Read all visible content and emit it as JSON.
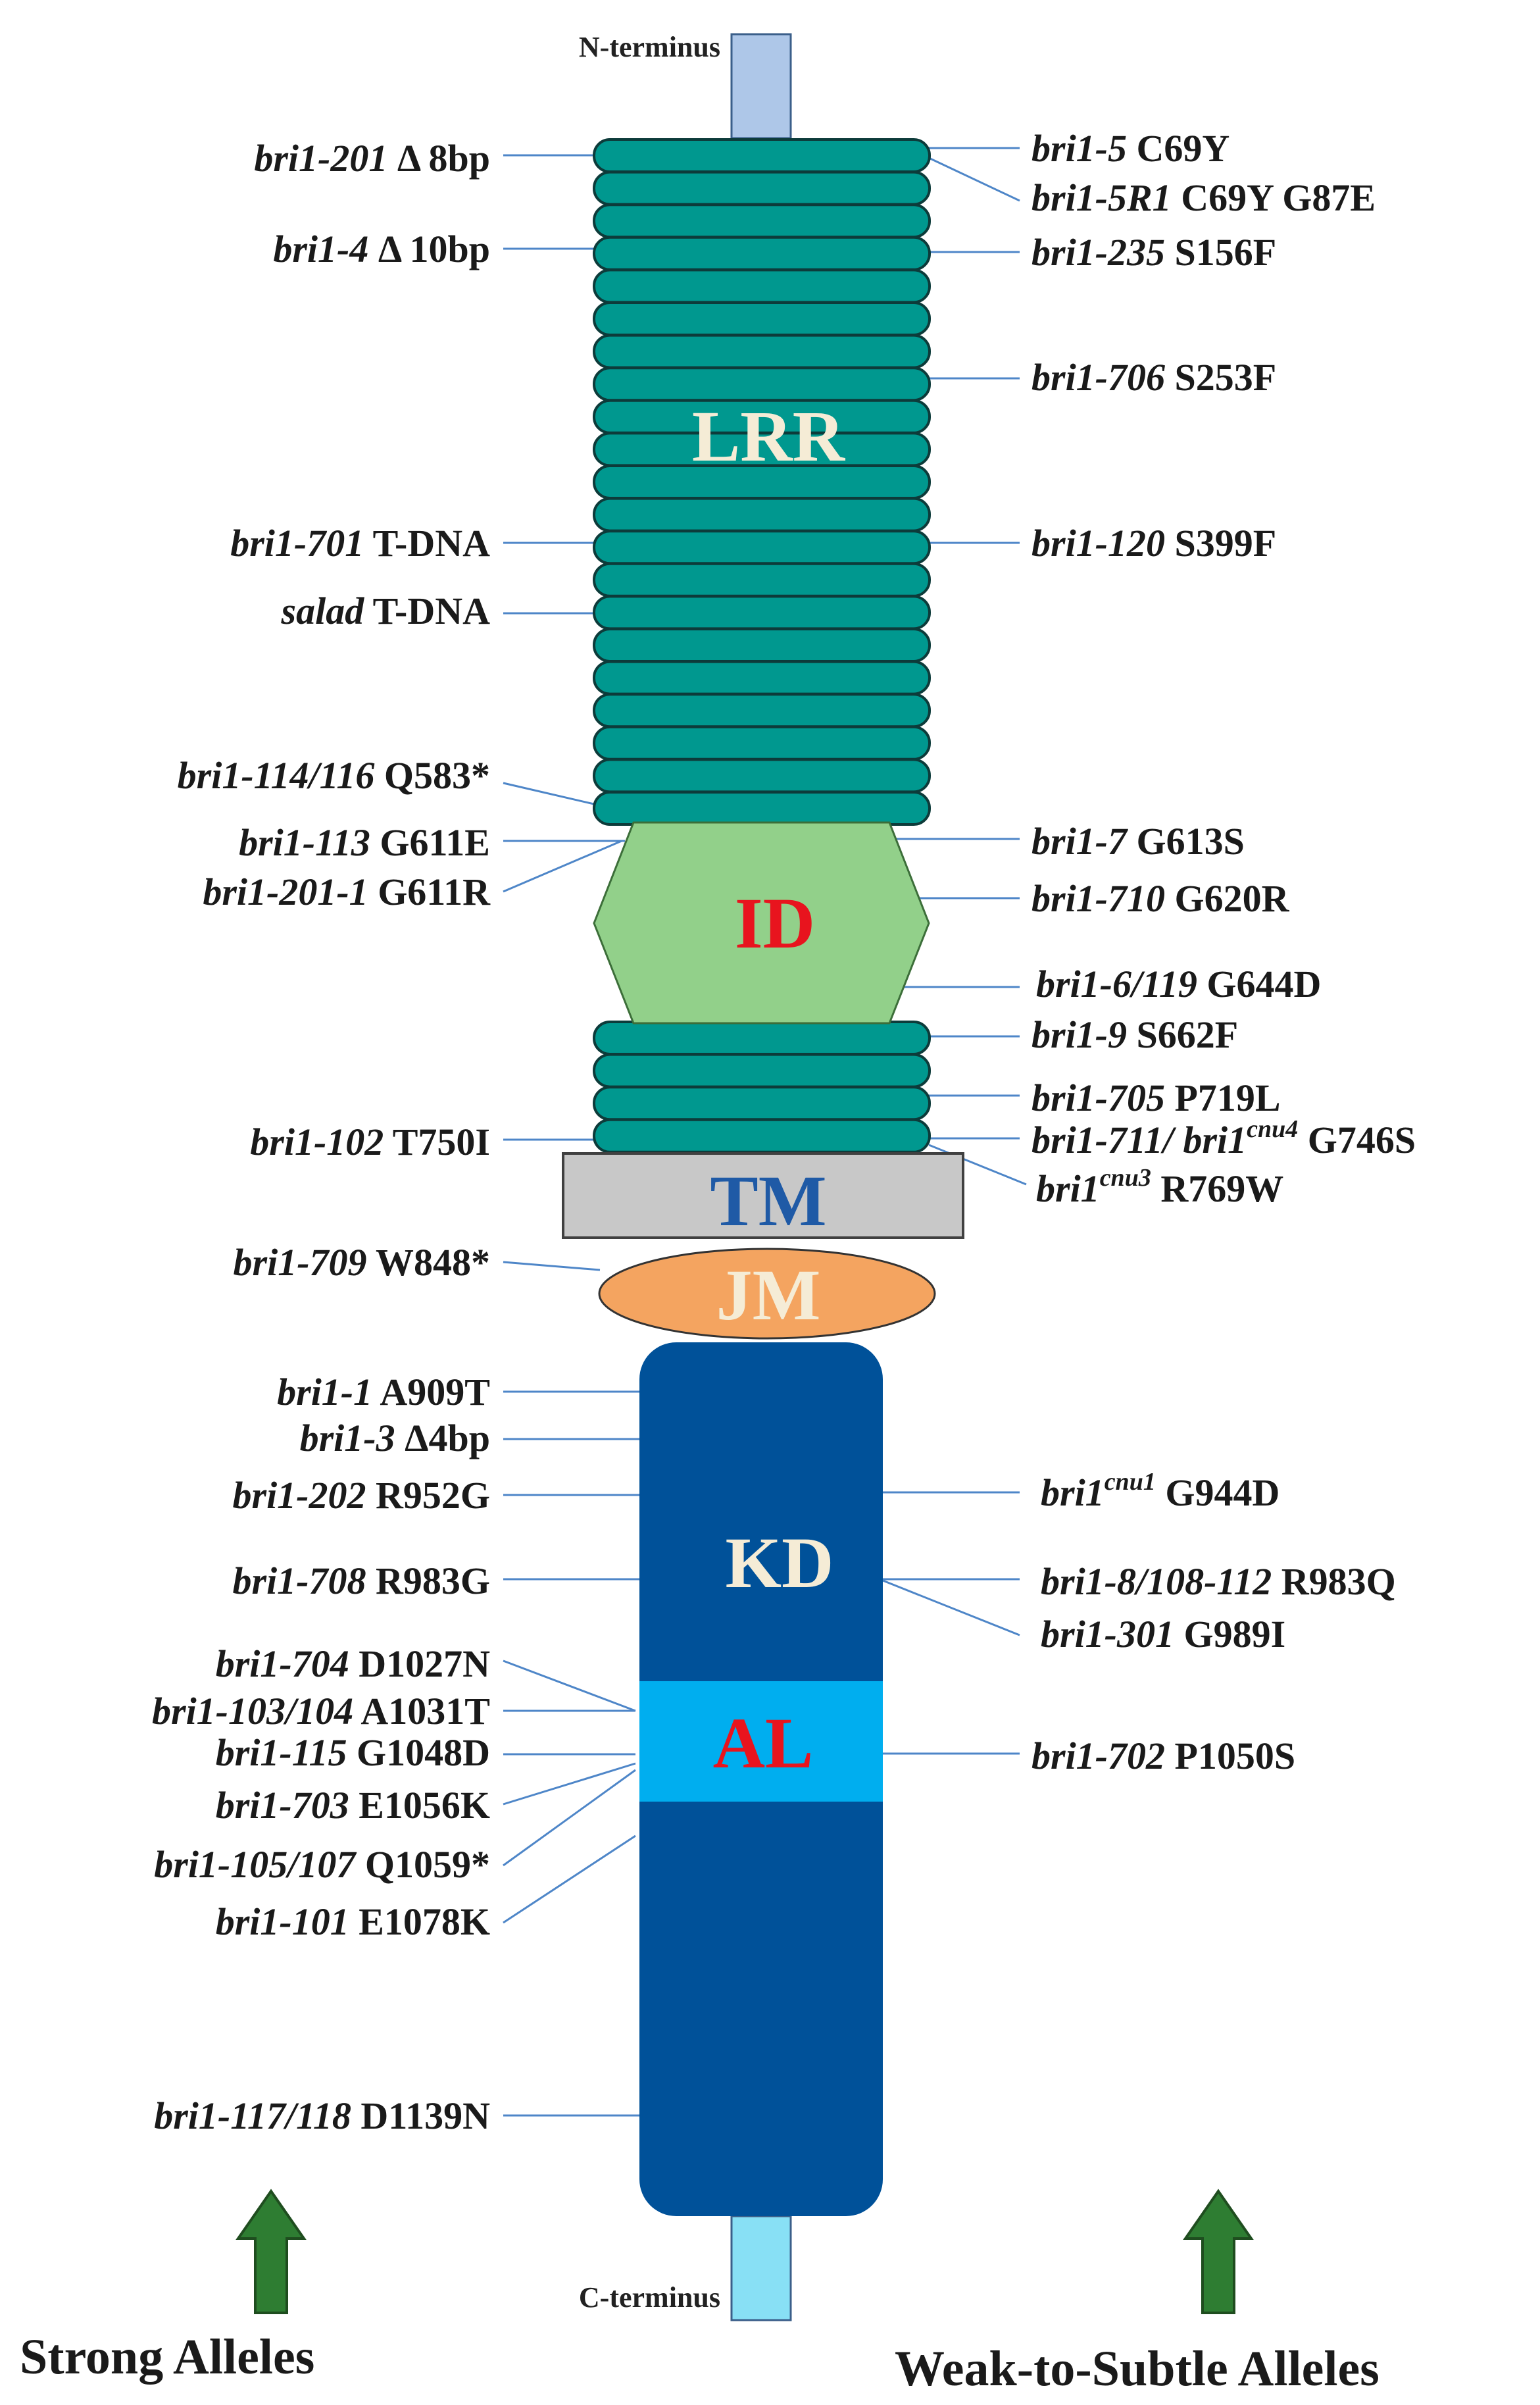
{
  "terminals": {
    "n": "N-terminus",
    "c": "C-terminus"
  },
  "domains": {
    "lrr": "LRR",
    "id": "ID",
    "tm": "TM",
    "jm": "JM",
    "kd": "KD",
    "al": "AL"
  },
  "colors": {
    "lrr_fill": "#00988f",
    "lrr_stroke": "#0d3b3a",
    "id_fill": "#92d08a",
    "tm_fill": "#c8c8c8",
    "jm_fill": "#f4a460",
    "kd_fill": "#005199",
    "al_fill": "#00aeef",
    "n_term": "#aec7e8",
    "c_term": "#88e0f5",
    "arrow": "#2e7d32",
    "connector": "#4e86c8",
    "domain_red": "#e8141e",
    "domain_light": "#f5ecd6",
    "domain_blue": "#1f5aa6"
  },
  "legend": {
    "strong": "Strong Alleles",
    "weak": "Weak-to-Subtle Alleles"
  },
  "alleles_left": [
    {
      "gene": "bri1-201",
      "mut": " Δ 8bp"
    },
    {
      "gene": "bri1-4",
      "mut": " Δ 10bp"
    },
    {
      "gene": "bri1-701",
      "mut": " T-DNA"
    },
    {
      "gene": "salad",
      "mut": " T-DNA"
    },
    {
      "gene": "bri1-114/116",
      "mut": "  Q583*"
    },
    {
      "gene": "bri1-113",
      "mut": "  G611E"
    },
    {
      "gene": "bri1-201-1",
      "mut": " G611R"
    },
    {
      "gene": "bri1-102",
      "mut": "  T750I"
    },
    {
      "gene": "bri1-709",
      "mut": "  W848*"
    },
    {
      "gene": "bri1-1",
      "mut": "  A909T"
    },
    {
      "gene": "bri1-3",
      "mut": " Δ4bp"
    },
    {
      "gene": "bri1-202",
      "mut": "  R952G"
    },
    {
      "gene": "bri1-708",
      "mut": "  R983G"
    },
    {
      "gene": "bri1-704",
      "mut": "  D1027N"
    },
    {
      "gene": "bri1-103/104",
      "mut": "  A1031T"
    },
    {
      "gene": "bri1-115",
      "mut": "  G1048D"
    },
    {
      "gene": "bri1-703",
      "mut": "  E1056K"
    },
    {
      "gene": "bri1-105/107",
      "mut": " Q1059*"
    },
    {
      "gene": "bri1-101",
      "mut": "  E1078K"
    },
    {
      "gene": "bri1-117/118",
      "mut": "  D1139N"
    }
  ],
  "alleles_right": [
    {
      "gene": "bri1-5",
      "sup": "",
      "gene2": "",
      "sup2": "",
      "mut": " C69Y"
    },
    {
      "gene": "bri1-5R1",
      "sup": "",
      "gene2": "",
      "sup2": "",
      "mut": " C69Y G87E"
    },
    {
      "gene": "bri1-235",
      "sup": "",
      "gene2": "",
      "sup2": "",
      "mut": "  S156F"
    },
    {
      "gene": "bri1-706",
      "sup": "",
      "gene2": "",
      "sup2": "",
      "mut": "  S253F"
    },
    {
      "gene": "bri1-120",
      "sup": "",
      "gene2": "",
      "sup2": "",
      "mut": "  S399F"
    },
    {
      "gene": "bri1-7",
      "sup": "",
      "gene2": "",
      "sup2": "",
      "mut": "  G613S"
    },
    {
      "gene": "bri1-710",
      "sup": "",
      "gene2": "",
      "sup2": "",
      "mut": "  G620R"
    },
    {
      "gene": "bri1-6/119",
      "sup": "",
      "gene2": "",
      "sup2": "",
      "mut": "  G644D"
    },
    {
      "gene": "bri1-9",
      "sup": "",
      "gene2": "",
      "sup2": "",
      "mut": "  S662F"
    },
    {
      "gene": "bri1-705",
      "sup": "",
      "gene2": "",
      "sup2": "",
      "mut": "  P719L"
    },
    {
      "gene": "bri1-711/ bri1",
      "sup": "cnu4",
      "gene2": "",
      "sup2": "",
      "mut": " G746S"
    },
    {
      "gene": "bri1",
      "sup": "cnu3",
      "gene2": "",
      "sup2": "",
      "mut": " R769W"
    },
    {
      "gene": "bri1",
      "sup": "cnu1",
      "gene2": "",
      "sup2": "",
      "mut": " G944D"
    },
    {
      "gene": "bri1-8/108-112",
      "sup": "",
      "gene2": "",
      "sup2": "",
      "mut": "  R983Q"
    },
    {
      "gene": "bri1-301",
      "sup": "",
      "gene2": "",
      "sup2": "",
      "mut": " G989I"
    },
    {
      "gene": "bri1-702",
      "sup": "",
      "gene2": "",
      "sup2": "",
      "mut": "  P1050S"
    }
  ]
}
